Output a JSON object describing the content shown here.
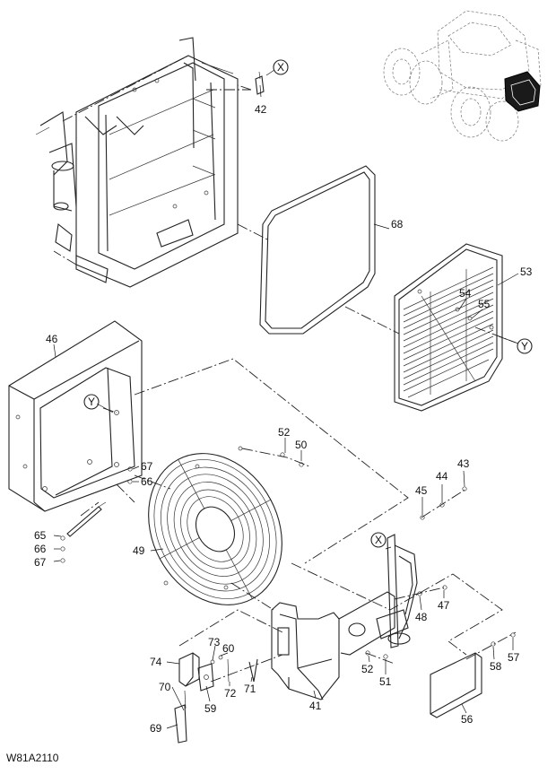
{
  "figure_code": "W81A2110",
  "ref_letters": {
    "x": "X",
    "y": "Y"
  },
  "callouts": {
    "c42": "42",
    "c68": "68",
    "c53": "53",
    "c54": "54",
    "c55": "55",
    "c46": "46",
    "c52a": "52",
    "c50": "50",
    "c67a": "67",
    "c66a": "66",
    "c65": "65",
    "c66b": "66",
    "c67b": "67",
    "c49": "49",
    "c43": "43",
    "c44": "44",
    "c45": "45",
    "c47": "47",
    "c48": "48",
    "c52b": "52",
    "c51": "51",
    "c41": "41",
    "c73": "73",
    "c60": "60",
    "c74": "74",
    "c72": "72",
    "c71": "71",
    "c70": "70",
    "c59": "59",
    "c69": "69",
    "c57": "57",
    "c58": "58",
    "c56": "56"
  }
}
